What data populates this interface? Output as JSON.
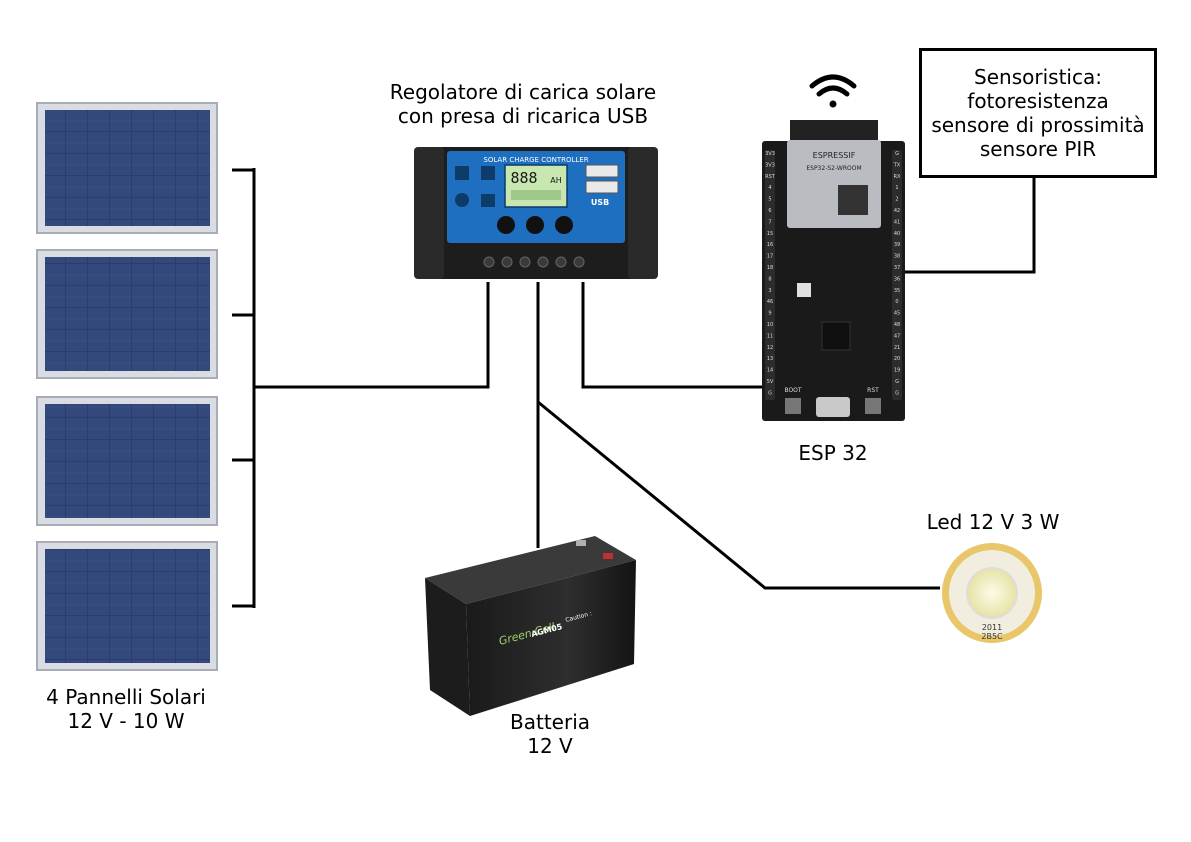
{
  "labels": {
    "controller": [
      "Regolatore di carica solare",
      "con presa di ricarica USB"
    ],
    "sensors": [
      "Sensoristica:",
      "fotoresistenza",
      "sensore di prossimità",
      "sensore PIR"
    ],
    "panels": [
      "4 Pannelli Solari",
      "12 V - 10 W"
    ],
    "battery": [
      "Batteria",
      "12 V"
    ],
    "esp": "ESP 32",
    "led": "Led 12 V 3 W"
  },
  "controller_panel": {
    "header": "SOLAR CHARGE CONTROLLER",
    "lcd": "888",
    "unit": "AH",
    "usb": "USB"
  },
  "esp_board": {
    "brand": "ESPRESSIF",
    "module": "ESP32-S2-WROOM",
    "button_left": "BOOT",
    "button_right": "RST",
    "pin_labels_left": [
      "3V3",
      "3V3",
      "RST",
      "4",
      "5",
      "6",
      "7",
      "15",
      "16",
      "17",
      "18",
      "8",
      "3",
      "46",
      "9",
      "10",
      "11",
      "12",
      "13",
      "14",
      "5V",
      "G"
    ],
    "pin_labels_right": [
      "G",
      "TX",
      "RX",
      "1",
      "2",
      "42",
      "41",
      "40",
      "39",
      "38",
      "37",
      "36",
      "35",
      "0",
      "45",
      "48",
      "47",
      "21",
      "20",
      "19",
      "G",
      "G"
    ]
  },
  "battery_case": {
    "brand": "Green Cell",
    "model": "AGM05",
    "caution": "Caution :"
  },
  "led_chip": {
    "code1": "2011",
    "code2": "2B5C"
  },
  "colors": {
    "wire": "#000000",
    "panel_cell": "#2b3e6b",
    "controller_accent": "#1e6fc0",
    "board": "#1a1a1a",
    "led_glow": "#f7f4c8"
  }
}
